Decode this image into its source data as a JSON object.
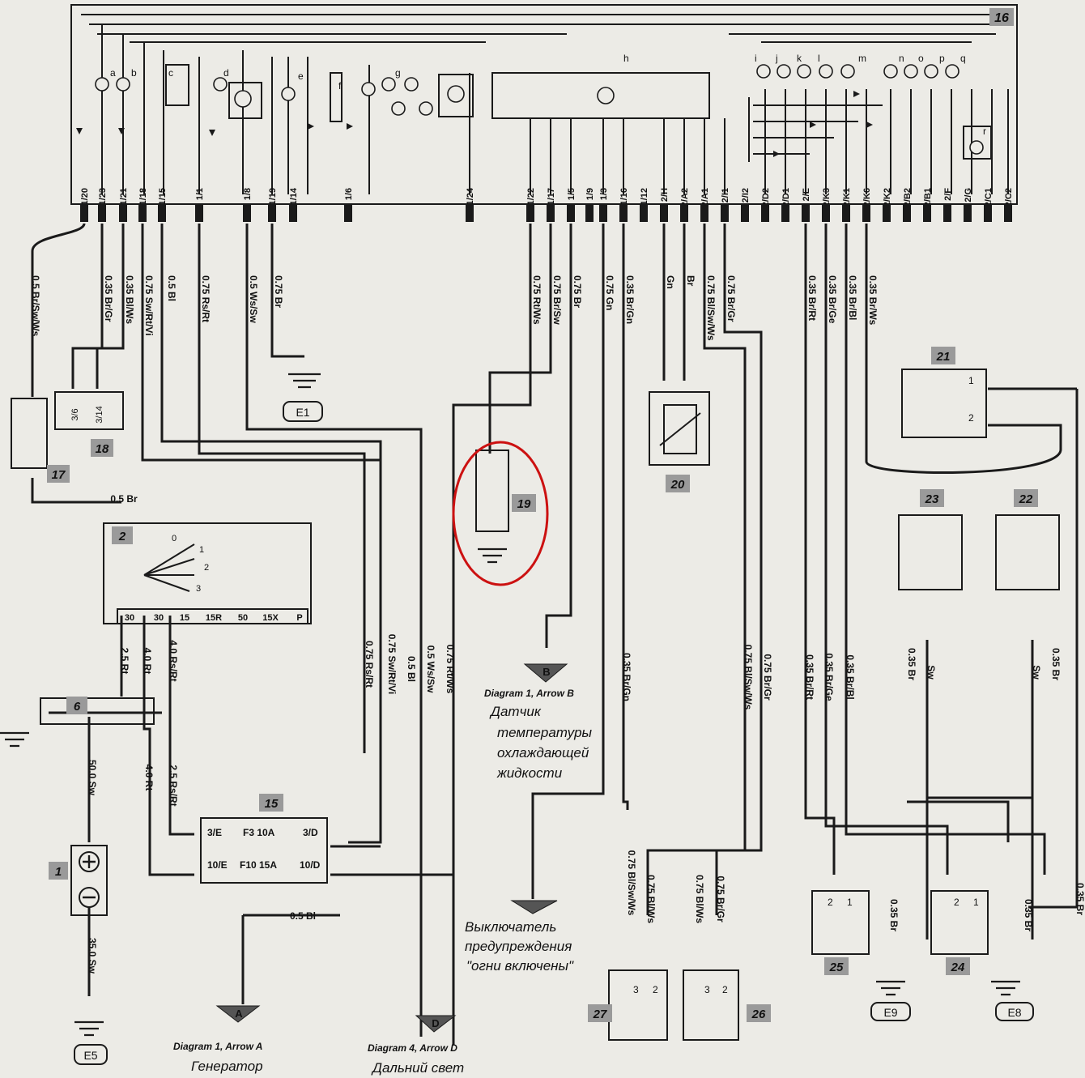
{
  "modules": {
    "main": "16",
    "switch_17": "17",
    "conn_18": "18",
    "sensor_19": "19",
    "sensor_20": "20",
    "relay_21": "21",
    "relay_22": "22",
    "relay_23": "23",
    "comp_24": "24",
    "comp_25": "25",
    "sensor_26": "26",
    "sensor_27": "27",
    "ignition_2": "2",
    "battery_1": "1",
    "block_6": "6",
    "fuse_15": "15"
  },
  "lamp_letters": [
    "a",
    "b",
    "c",
    "d",
    "e",
    "f",
    "g",
    "h",
    "i",
    "j",
    "k",
    "l",
    "m",
    "n",
    "o",
    "p",
    "q",
    "r"
  ],
  "pins": [
    "1/20",
    "1/23",
    "1/21",
    "1/18",
    "1/15",
    "1/1",
    "1/8",
    "1/19",
    "1/14",
    "1/6",
    "1/24",
    "1/22",
    "1/17",
    "1/5",
    "1/9",
    "1/3",
    "1/16",
    "1/12",
    "2/H",
    "2/A2",
    "2/A1",
    "2/I1",
    "2/I2",
    "2/D2",
    "2/D1",
    "2/E",
    "2/K3",
    "2/K1",
    "2/K6",
    "2/K2",
    "2/B2",
    "2/B1",
    "2/F",
    "2/G",
    "2/C1",
    "2/C2"
  ],
  "wires": [
    "0.5 Br/Sw/Ws",
    "0.35 Br/Gr",
    "0.35 Bl/Ws",
    "0.75 Sw/Rt/Vi",
    "0.5 Bl",
    "0.75 Rs/Rt",
    "0.5 Ws/Sw",
    "0.75 Br",
    "0.75 Rt/Ws",
    "0.75 Br/Sw",
    "0.75 Br",
    "0.75 Gn",
    "0.35 Br/Gn",
    "Gn",
    "Br",
    "0.75 Bl/Sw/Ws",
    "0.75 Br/Gr",
    "0.35 Br/Rt",
    "0.35 Br/Ge",
    "0.35 Br/Bl",
    "0.35 Br/Ws"
  ],
  "lower_wires": {
    "w05br": "0.5 Br",
    "w25rt": "2.5 Rt",
    "w40rt_a": "4.0 Rt",
    "w40rsrt": "4.0 Rs/Rt",
    "w075rsrt": "0.75 Rs/Rt",
    "w075swrtvi": "0.75 Sw/Rt/Vi",
    "w05bl": "0.5 Bl",
    "w05wssw": "0.5 Ws/Sw",
    "w075rtws": "0.75 Rt/Ws",
    "w035brgn": "0.35 Br/Gn",
    "w075blswws": "0.75 Bl/Sw/Ws",
    "w075brgr": "0.75 Br/Gr",
    "w035brrt": "0.35 Br/Rt",
    "w035brge": "0.35 Br/Ge",
    "w035brbl": "0.35 Br/Bl",
    "w035br_a": "0.35 Br",
    "w035br_b": "0.35 Br",
    "sw_a": "Sw",
    "sw_b": "Sw",
    "w500sw": "50.0 Sw",
    "w40rt_b": "4.0 Rt",
    "w25rsrt": "2.5 Rs/Rt",
    "w350sw": "35.0 Sw",
    "w05bl_b": "0.5 Bl",
    "w075blswws_b": "0.75 Bl/Sw/Ws",
    "w075blws": "0.75 Bl/Ws",
    "w075blws_b": "0.75 Bl/Ws",
    "w075brgr_b": "0.75 Br/Gr",
    "w035br_c": "0.35 Br",
    "w035br_d": "0.35 Br",
    "w035br_e": "0.35 Br"
  },
  "ignition_positions": [
    "0",
    "1",
    "2",
    "3"
  ],
  "ignition_terminals": [
    "30",
    "30",
    "15",
    "15R",
    "50",
    "15X",
    "P"
  ],
  "fuses": {
    "r1_left": "3/E",
    "r1_mid": "F3 10A",
    "r1_right": "3/D",
    "r2_left": "10/E",
    "r2_mid": "F10 15A",
    "r2_right": "10/D"
  },
  "connector_18": [
    "3/6",
    "3/14"
  ],
  "relay_21_pins": [
    "1",
    "2"
  ],
  "sensor_pins": [
    "3",
    "2"
  ],
  "comp_pins": [
    "2",
    "1"
  ],
  "grounds": {
    "e1": "E1",
    "e5": "E5",
    "e8": "E8",
    "e9": "E9"
  },
  "arrows": {
    "a": "A",
    "b": "B",
    "d": "D"
  },
  "captions": {
    "arrow_b": "Diagram 1, Arrow B",
    "arrow_b_text": [
      "Датчик",
      "температуры",
      "охлаждающей",
      "жидкости"
    ],
    "arrow_c_text": [
      "Выключатель",
      "предупреждения",
      "\"огни включены\""
    ],
    "arrow_a": "Diagram 1, Arrow A",
    "arrow_a_text": "Генератор",
    "arrow_d": "Diagram 4, Arrow D",
    "arrow_d_text": "Дальний свет"
  },
  "colors": {
    "line": "#1a1a1a",
    "highlight": "#cc1111",
    "paper": "#ecebe6",
    "tag": "#9a9a9a"
  }
}
